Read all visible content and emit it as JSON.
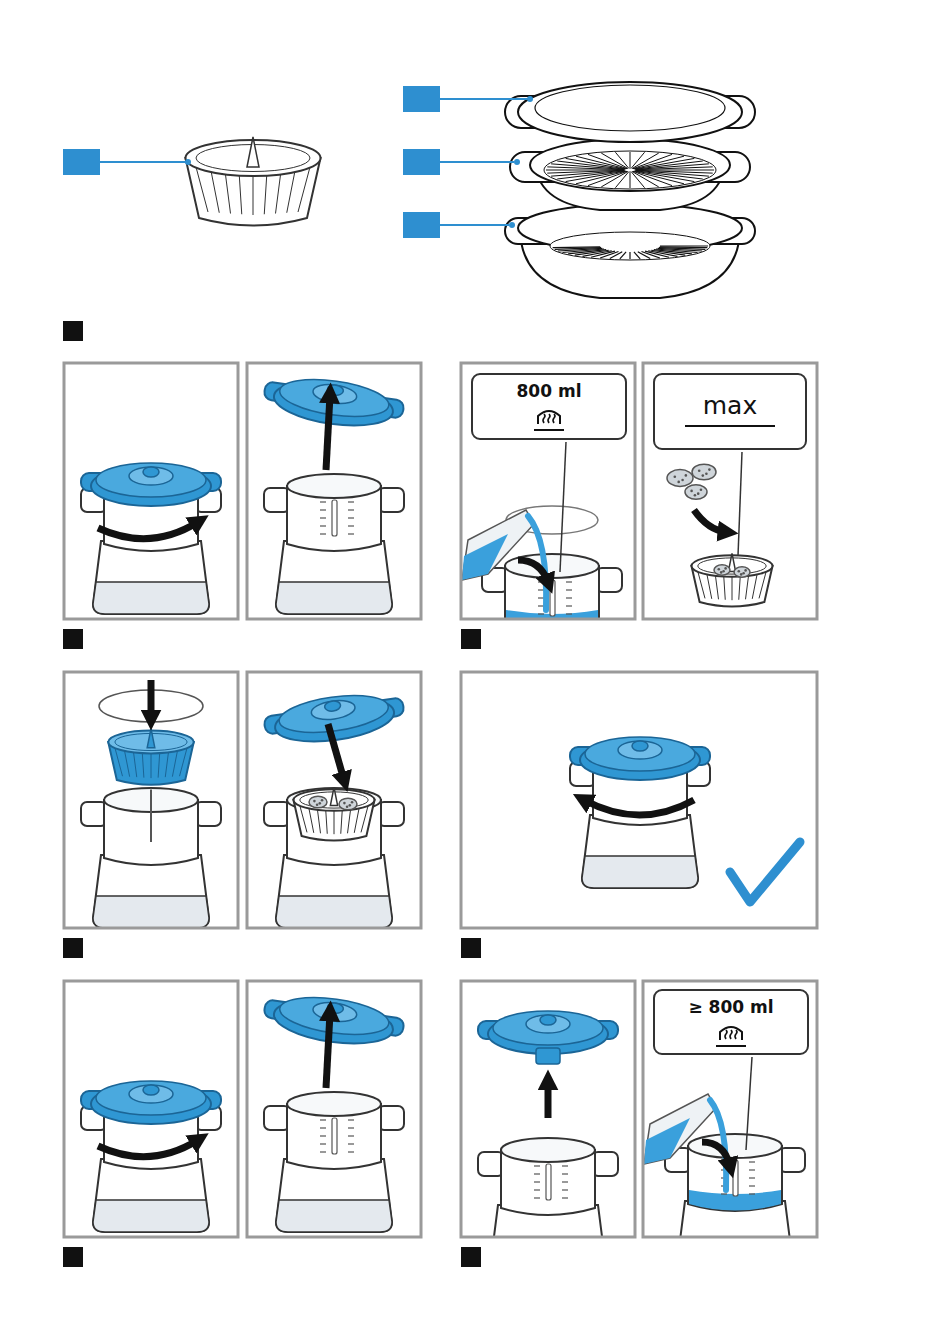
{
  "diagram": {
    "nodes": [
      {
        "text": [
          "800 ml"
        ]
      },
      {
        "text": [
          "max"
        ]
      },
      {
        "text": [
          "≥ 800 ml"
        ]
      }
    ]
  }
}
